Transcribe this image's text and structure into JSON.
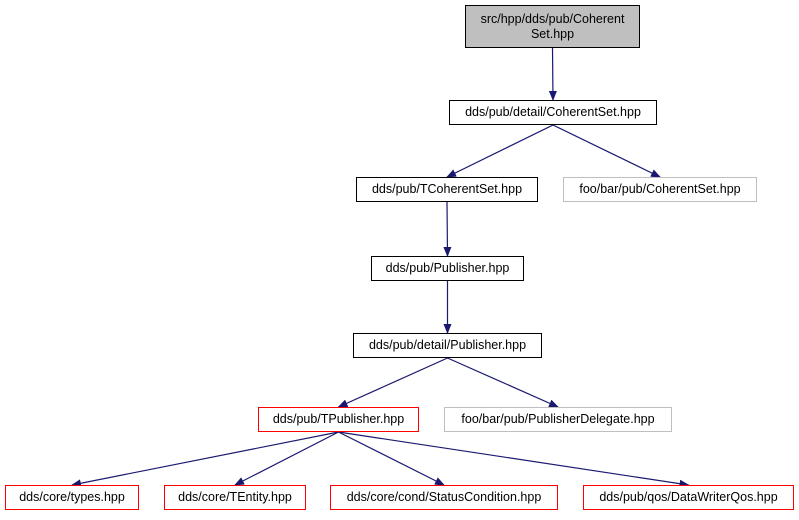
{
  "diagram": {
    "colors": {
      "edge": "#191970",
      "root_fill": "#bfbfbf",
      "normal_border": "#000000",
      "missing_border": "#bfbfbf",
      "truncated_border": "#ff0000"
    },
    "nodes": [
      {
        "id": "root",
        "label_lines": [
          "src/hpp/dds/pub/Coherent",
          "Set.hpp"
        ],
        "style": "root"
      },
      {
        "id": "detail_coherentset",
        "label": "dds/pub/detail/CoherentSet.hpp",
        "style": "normal"
      },
      {
        "id": "tcoherentset",
        "label": "dds/pub/TCoherentSet.hpp",
        "style": "normal"
      },
      {
        "id": "foo_coherentset",
        "label": "foo/bar/pub/CoherentSet.hpp",
        "style": "missing"
      },
      {
        "id": "publisher",
        "label": "dds/pub/Publisher.hpp",
        "style": "normal"
      },
      {
        "id": "detail_publisher",
        "label": "dds/pub/detail/Publisher.hpp",
        "style": "normal"
      },
      {
        "id": "tpublisher",
        "label": "dds/pub/TPublisher.hpp",
        "style": "truncated"
      },
      {
        "id": "foo_publisherdelegate",
        "label": "foo/bar/pub/PublisherDelegate.hpp",
        "style": "missing"
      },
      {
        "id": "core_types",
        "label": "dds/core/types.hpp",
        "style": "truncated"
      },
      {
        "id": "core_tentity",
        "label": "dds/core/TEntity.hpp",
        "style": "truncated"
      },
      {
        "id": "core_statuscondition",
        "label": "dds/core/cond/StatusCondition.hpp",
        "style": "truncated"
      },
      {
        "id": "qos_datawriterqos",
        "label": "dds/pub/qos/DataWriterQos.hpp",
        "style": "truncated"
      }
    ],
    "edges": [
      [
        "root",
        "detail_coherentset"
      ],
      [
        "detail_coherentset",
        "tcoherentset"
      ],
      [
        "detail_coherentset",
        "foo_coherentset"
      ],
      [
        "tcoherentset",
        "publisher"
      ],
      [
        "publisher",
        "detail_publisher"
      ],
      [
        "detail_publisher",
        "tpublisher"
      ],
      [
        "detail_publisher",
        "foo_publisherdelegate"
      ],
      [
        "tpublisher",
        "core_types"
      ],
      [
        "tpublisher",
        "core_tentity"
      ],
      [
        "tpublisher",
        "core_statuscondition"
      ],
      [
        "tpublisher",
        "qos_datawriterqos"
      ]
    ]
  }
}
